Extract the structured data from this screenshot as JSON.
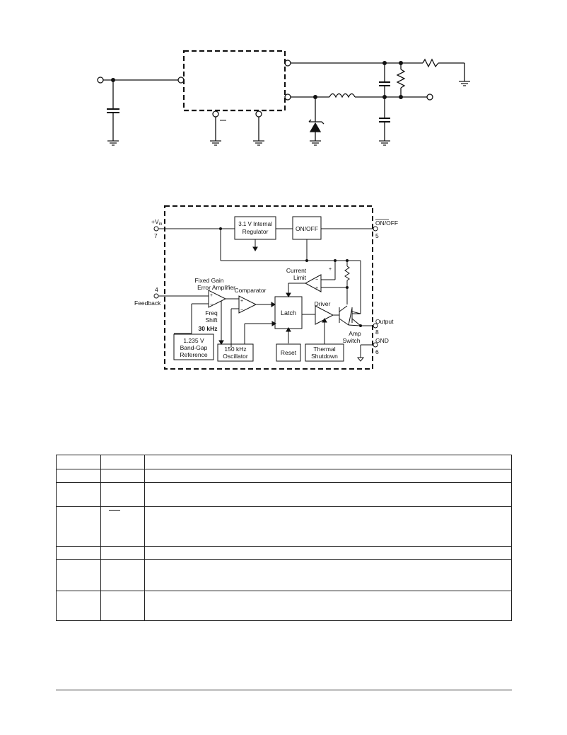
{
  "block_diagram": {
    "vin_label": "+V",
    "vin_sub": "in",
    "pin_vin": "7",
    "regulator_line1": "3.1 V Internal",
    "regulator_line2": "Regulator",
    "onoff_block": "ON/OFF",
    "onoff_pin_label": "ON/OFF",
    "pin_onoff": "5",
    "current_limit_line1": "Current",
    "current_limit_line2": "Limit",
    "error_amp_line1": "Fixed Gain",
    "error_amp_line2": "Error Amplifier",
    "comparator": "Comparator",
    "pin_feedback": "4",
    "feedback_label": "Feedback",
    "freq_shift_line1": "Freq",
    "freq_shift_line2": "Shift",
    "freq_shift_line3": "30  kHz",
    "latch": "Latch",
    "driver": "Driver",
    "output_label": "Output",
    "pin_output": "8",
    "amp_switch_line1": "Amp",
    "amp_switch_line2": "Switch",
    "gnd_label": "GND",
    "pin_gnd": "6",
    "reference_line1": "1.235 V",
    "reference_line2": "Band-Gap",
    "reference_line3": "Reference",
    "oscillator_line1": "150 kHz",
    "oscillator_line2": "Oscillator",
    "reset": "Reset",
    "thermal_line1": "Thermal",
    "thermal_line2": "Shutdown"
  },
  "pin_table": {
    "rows": [
      {
        "c1": "",
        "c2": "",
        "c3": ""
      },
      {
        "c1": "",
        "c2": "",
        "c3": ""
      },
      {
        "c1": "",
        "c2": "",
        "c3": ""
      },
      {
        "c1": "",
        "c2": "",
        "c3": ""
      },
      {
        "c1": "",
        "c2": "",
        "c3": ""
      },
      {
        "c1": "",
        "c2": "",
        "c3": ""
      },
      {
        "c1": "",
        "c2": "",
        "c3": ""
      }
    ]
  }
}
